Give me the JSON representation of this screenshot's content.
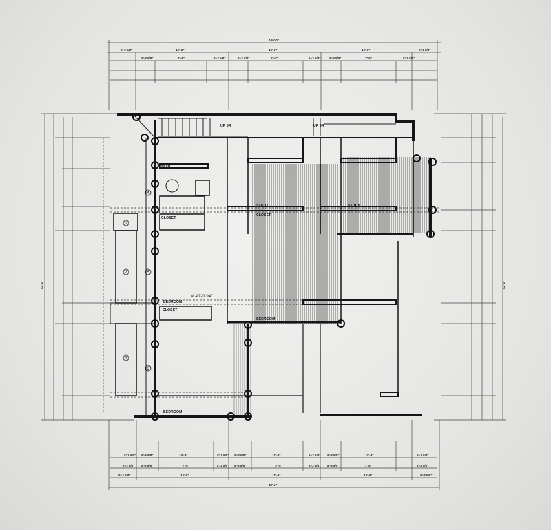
{
  "drawing": {
    "type": "architectural floor plan",
    "rooms": {
      "up_left": "UP 8R",
      "up_right": "UP 8R",
      "bath": "BATH",
      "closet_top": "CLOSET",
      "study_left": "STUDY",
      "study_right": "STUDY",
      "closet_study": "CLOSET",
      "bedroom_left_upper": "BEDROOM",
      "closet_left_lower": "CLOSET",
      "bedroom_center": "BEDROOM",
      "bedroom_left_lower": "BEDROOM"
    },
    "centerline_note": "℄ 40'-0 3/4\"",
    "grid_markers": [
      "1",
      "2",
      "3",
      "4",
      "5",
      "6"
    ],
    "dimensions": {
      "top_overall": "100'-0\"",
      "top_row1": [
        "5'-3 5/8\"",
        "15'-6\"",
        "15'-6\"",
        "15'-6\"",
        "5'-3 5/8\""
      ],
      "top_row2": [
        "5'-3 5/8\"",
        "7'-5\"",
        "5'-3 5/8\"",
        "5'-3 5/8\"",
        "7'-5\"",
        "5'-3 5/8\"",
        "5'-3 5/8\"",
        "7'-5\"",
        "5'-3 5/8\""
      ],
      "bottom_row1": [
        "5'-3 5/8\"",
        "5'-3 5/8\"",
        "10'-3\"",
        "5'-3 5/8\"",
        "5'-3 5/8\"",
        "10'-3\"",
        "5'-3 5/8\"",
        "5'-3 5/8\"",
        "10'-3\"",
        "5'-3 5/8\""
      ],
      "bottom_row2": [
        "5'-3 5/8\"",
        "5'-3 5/8\"",
        "7'-5\"",
        "5'-3 5/8\"",
        "5'-3 5/8\"",
        "7'-5\"",
        "5'-3 5/8\"",
        "5'-3 5/8\"",
        "7'-5\"",
        "5'-3 5/8\""
      ],
      "bottom_row3": [
        "5'-3 5/8\"",
        "15'-6\"",
        "15'-6\"",
        "15'-6\"",
        "5'-3 5/8\""
      ],
      "bottom_overall": "42'-1\"",
      "left_overall": "42'-2\"",
      "right_overall": "42'-2\""
    },
    "colors": {
      "line": "#1a1a1a",
      "paper": "#ececea"
    }
  }
}
